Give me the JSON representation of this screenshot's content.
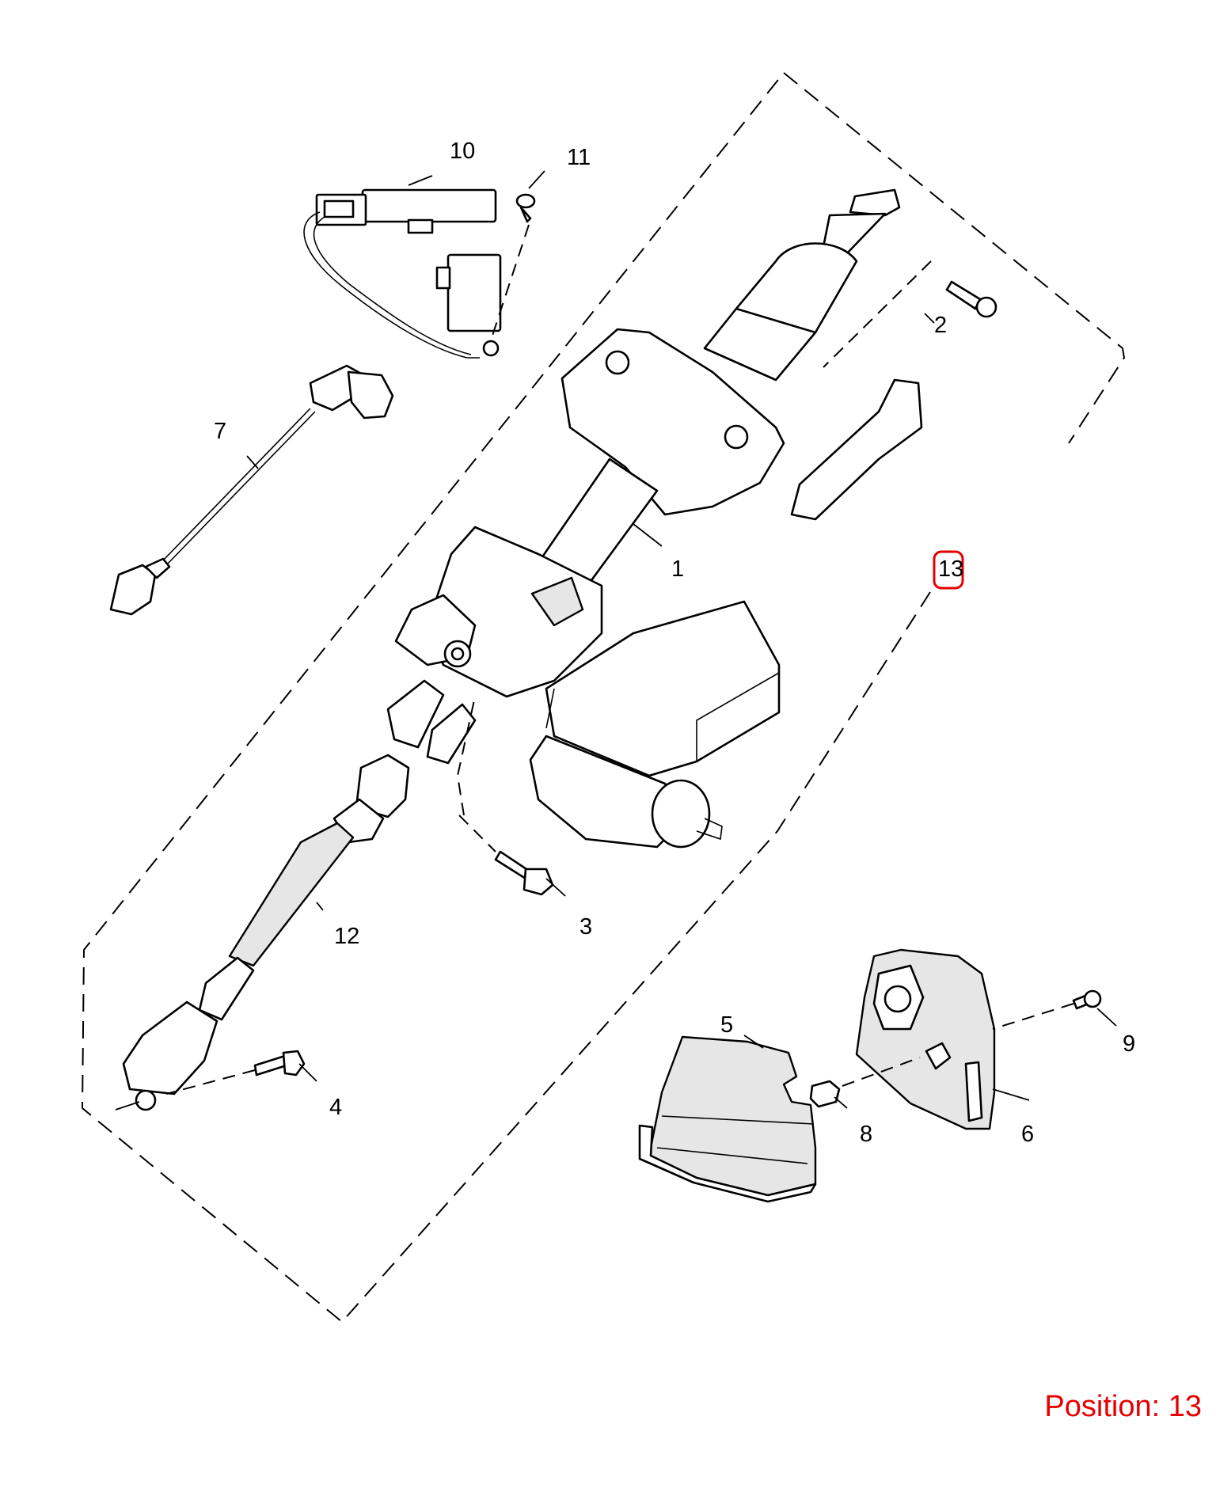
{
  "callouts": {
    "c1": "1",
    "c2": "2",
    "c3": "3",
    "c4": "4",
    "c5": "5",
    "c6": "6",
    "c7": "7",
    "c8": "8",
    "c9": "9",
    "c10": "10",
    "c11": "11",
    "c12": "12",
    "c13": "13"
  },
  "highlight": {
    "callout": "13",
    "color": "#e60000"
  },
  "position": {
    "label": "Position: 13"
  }
}
